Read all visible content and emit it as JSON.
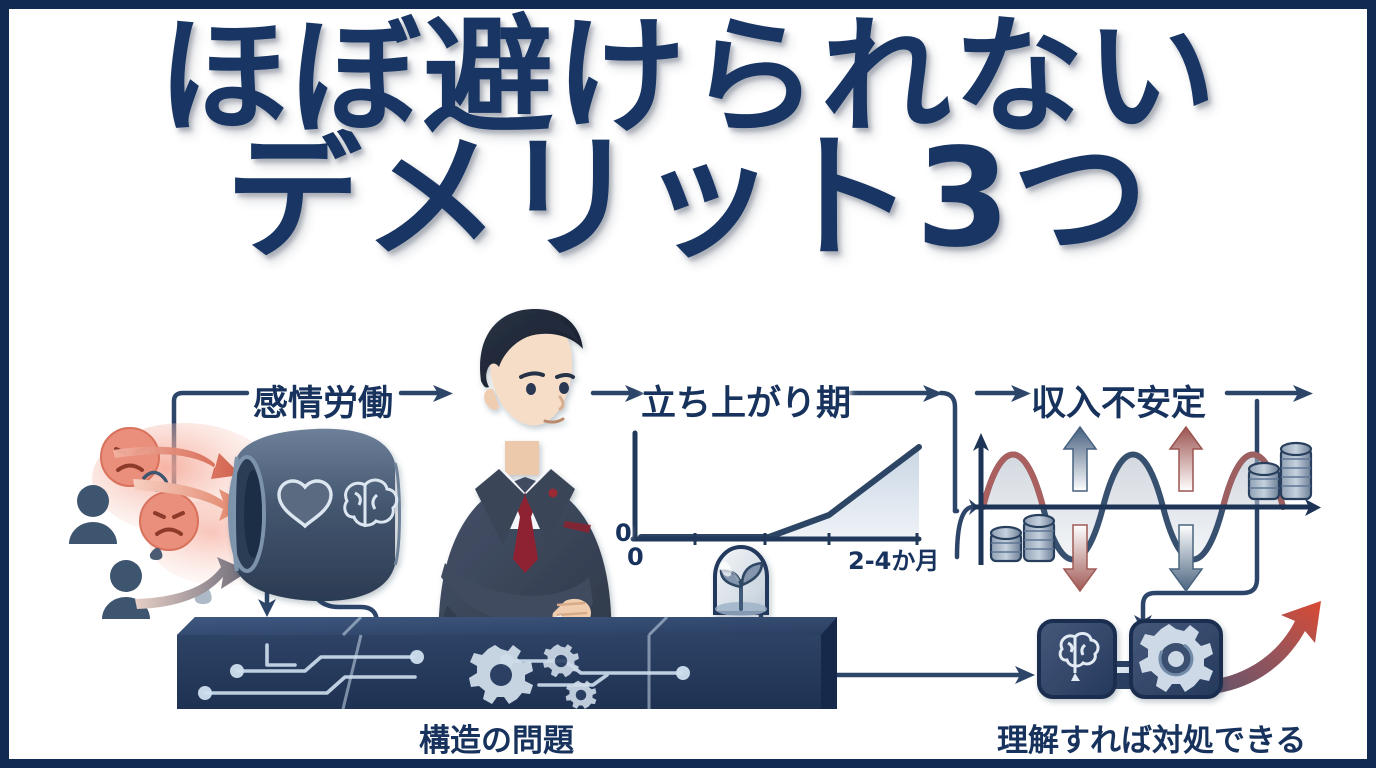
{
  "meta": {
    "kind": "japanese-thumbnail-infographic",
    "background_color": "#ffffff",
    "border_color": "#102a54",
    "accent_navy": "#183563",
    "accent_steel": "#3f597f",
    "accent_red": "#b5433c",
    "accent_light_blue": "#c6d6e6"
  },
  "title": {
    "line1": "ほぼ避けられない",
    "line2": "デメリット3つ",
    "color": "#183563",
    "outline_color": "#ffffff"
  },
  "flow": {
    "labels": [
      {
        "id": "emotional-labor",
        "text": "感情労働"
      },
      {
        "id": "ramp-up-period",
        "text": "立ち上がり期"
      },
      {
        "id": "unstable-income",
        "text": "収入不安定"
      }
    ],
    "captions": [
      {
        "id": "structural-problem",
        "text": "構造の問題"
      },
      {
        "id": "can-be-handled",
        "text": "理解すれば対処できる"
      }
    ]
  },
  "chart_data": {
    "type": "area",
    "title": "立ち上がり期",
    "xlabel": "",
    "ylabel": "",
    "x_tick_labels": [
      "0",
      "",
      "",
      "2-4か月"
    ],
    "y_tick_labels": [
      "0"
    ],
    "x": [
      0,
      1,
      2,
      3,
      3.6,
      4
    ],
    "values": [
      0,
      0,
      0,
      0.22,
      0.55,
      0.92
    ],
    "xlim": [
      0,
      4
    ],
    "ylim": [
      0,
      1
    ],
    "grid": false,
    "legend": "none",
    "annotations": [
      {
        "text": "0",
        "position": "y-axis-origin"
      },
      {
        "text": "0",
        "position": "x-axis-start"
      },
      {
        "text": "2-4か月",
        "position": "x-axis-end"
      }
    ],
    "line_color": "#2c4565",
    "fill_color": "#d7e1ec"
  },
  "income_wave": {
    "type": "line",
    "description": "sine wave showing fluctuating income",
    "cycles": 3,
    "peak_color": "#a9605e",
    "trough_color": "#3d5778",
    "up_arrows": 2,
    "down_arrows": 2,
    "coin_stacks": 2
  },
  "icons": {
    "megaphone": "megaphone-icon",
    "heart": "heart-icon",
    "brain": "brain-icon",
    "gear": "gear-icon",
    "sprout": "sprout-under-dome-icon",
    "person": "person-silhouette-icon",
    "angry_face": "angry-face-icon",
    "coins": "coin-stack-icon",
    "up_arrow": "arrow-up-icon",
    "down_arrow": "arrow-down-icon",
    "growth_arrow": "growth-arrow-icon"
  },
  "figure": {
    "name": "businessman-arms-crossed",
    "suit_color": "#3a4458",
    "shirt_color": "#ffffff",
    "tie_color": "#8e2230",
    "hair_color": "#1c2433",
    "skin_color": "#f6ddc7"
  }
}
